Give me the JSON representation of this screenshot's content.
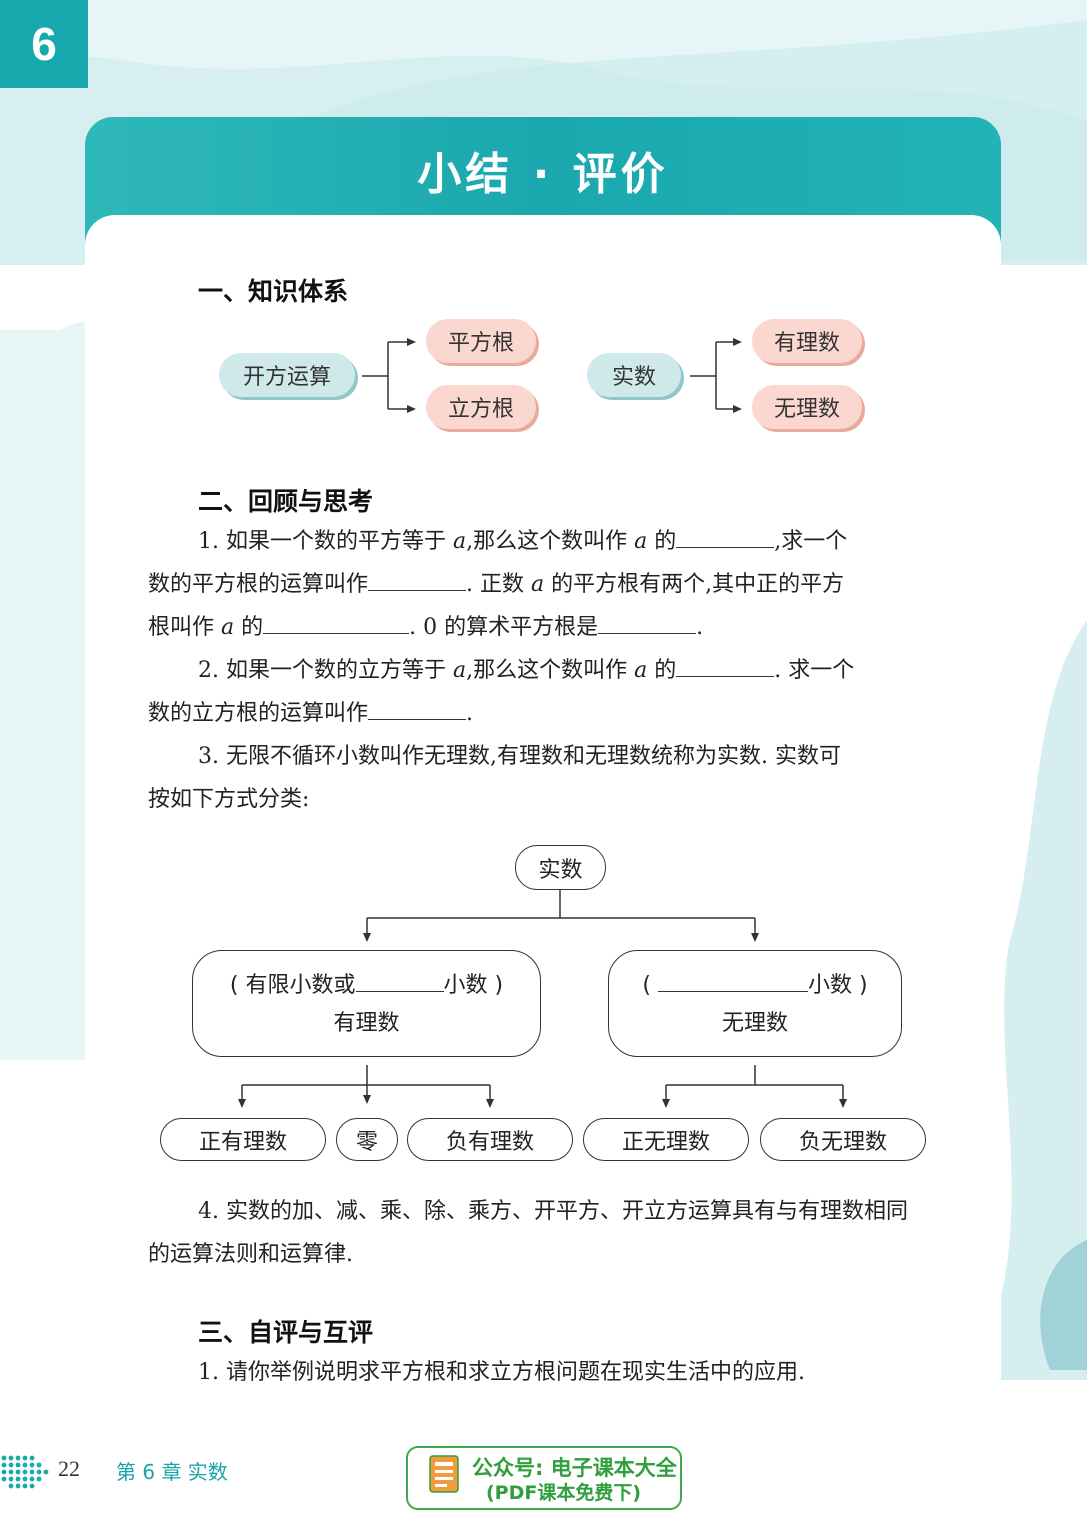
{
  "header": {
    "chapter_number": "6",
    "title": "小结 · 评价"
  },
  "section1": {
    "heading": "一、知识体系",
    "left_root": "开方运算",
    "left_children": [
      "平方根",
      "立方根"
    ],
    "right_root": "实数",
    "right_children": [
      "有理数",
      "无理数"
    ]
  },
  "section2": {
    "heading": "二、回顾与思考",
    "q1": {
      "a": "1. 如果一个数的平方等于 ",
      "b": ",那么这个数叫作 ",
      "c": " 的",
      "d": ",求一个",
      "e": "数的平方根的运算叫作",
      "f": ". 正数 ",
      "g": " 的平方根有两个,其中正的平方",
      "h": "根叫作 ",
      "i": ". 0 的算术平方根是",
      "j": "."
    },
    "q2": {
      "a": "2. 如果一个数的立方等于 ",
      "b": ",那么这个数叫作 ",
      "c": " 的",
      "d": ". 求一个",
      "e": "数的立方根的运算叫作",
      "f": "."
    },
    "q3": {
      "line1": "3. 无限不循环小数叫作无理数,有理数和无理数统称为实数. 实数可",
      "line2": "按如下方式分类:"
    },
    "var": "a",
    "tree": {
      "root": "实数",
      "left_note_a": "( 有限小数或",
      "left_note_b": "小数 )",
      "left_label": "有理数",
      "right_note_a": "( ",
      "right_note_b": "小数 )",
      "right_label": "无理数",
      "leaves": [
        "正有理数",
        "零",
        "负有理数",
        "正无理数",
        "负无理数"
      ]
    },
    "q4": {
      "line1": "4. 实数的加、减、乘、除、乘方、开平方、开立方运算具有与有理数相同",
      "line2": "的运算法则和运算律."
    }
  },
  "section3": {
    "heading": "三、自评与互评",
    "q1": "1. 请你举例说明求平方根和求立方根问题在现实生活中的应用."
  },
  "footer": {
    "page_number": "22",
    "chapter_label": "第 6 章  实数",
    "watermark_line1": "公众号: 电子课本大全",
    "watermark_line2": "(PDF课本免费下)"
  },
  "colors": {
    "teal": "#19a9ad",
    "pill_blue": "#cfe9ea",
    "pill_pink": "#fbd8cf",
    "watermark_green": "#2f9e3d"
  }
}
